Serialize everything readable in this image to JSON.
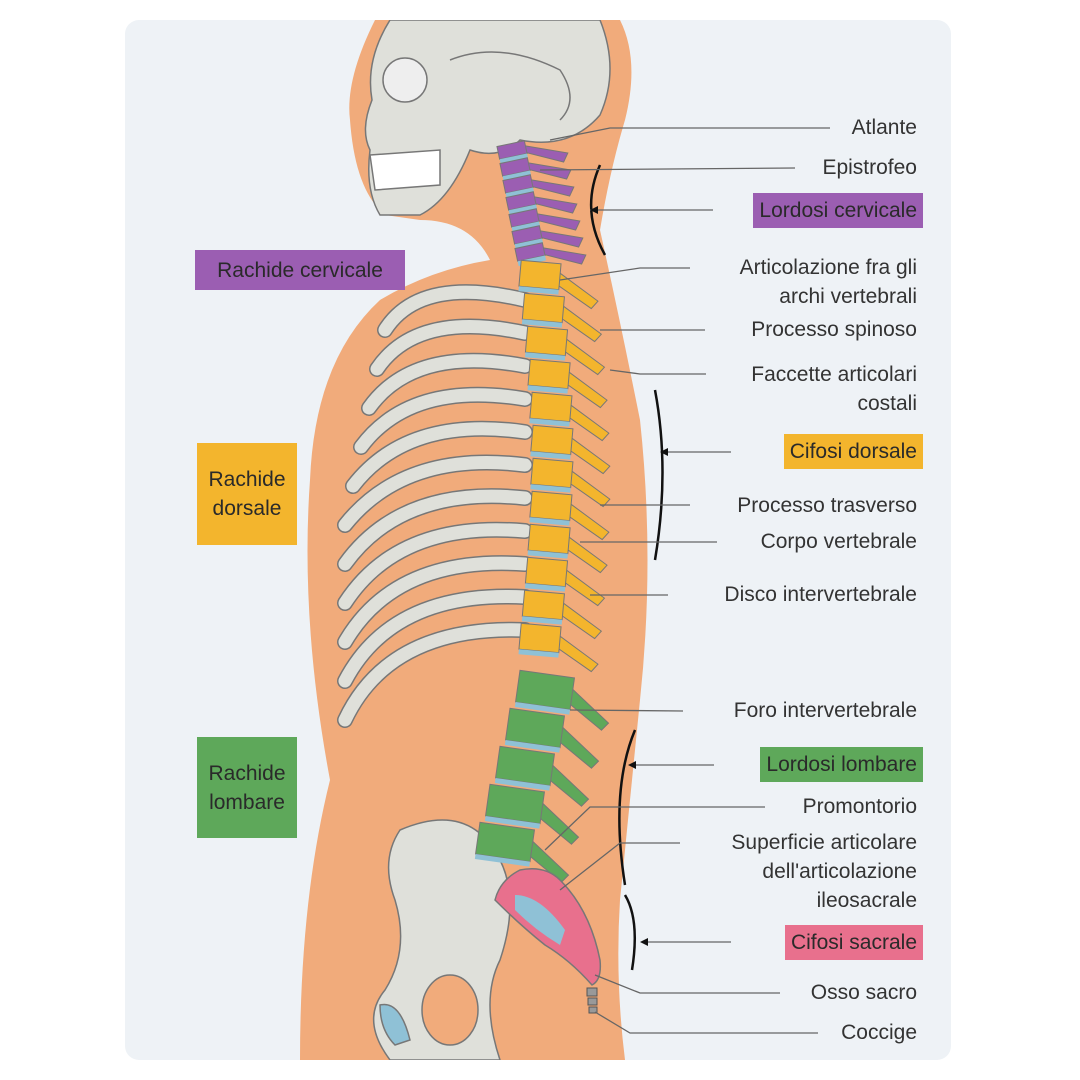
{
  "colors": {
    "cervical": "#9b5eb2",
    "thoracic": "#f3b52d",
    "lumbar": "#5ea85a",
    "sacral": "#e8708d",
    "skin": "#f1ab7b",
    "bone": "#dfe0da",
    "disc": "#8fc1d6"
  },
  "left_labels": {
    "cervical": "Rachide cervicale",
    "thoracic_1": "Rachide",
    "thoracic_2": "dorsale",
    "lumbar_1": "Rachide",
    "lumbar_2": "lombare"
  },
  "right_labels": {
    "atlante": "Atlante",
    "epistrofeo": "Epistrofeo",
    "lordosi_cervicale": "Lordosi cervicale",
    "articolazione_1": "Articolazione fra gli",
    "articolazione_2": "archi vertebrali",
    "processo_spinoso": "Processo spinoso",
    "faccette_1": "Faccette articolari",
    "faccette_2": "costali",
    "cifosi_dorsale": "Cifosi dorsale",
    "processo_trasverso": "Processo trasverso",
    "corpo_vertebrale": "Corpo vertebrale",
    "disco": "Disco intervertebrale",
    "foro": "Foro intervertebrale",
    "lordosi_lombare": "Lordosi lombare",
    "promontorio": "Promontorio",
    "superficie_1": "Superficie articolare",
    "superficie_2": "dell'articolazione",
    "superficie_3": "ileosacrale",
    "cifosi_sacrale": "Cifosi sacrale",
    "osso_sacro": "Osso sacro",
    "coccige": "Coccige"
  }
}
